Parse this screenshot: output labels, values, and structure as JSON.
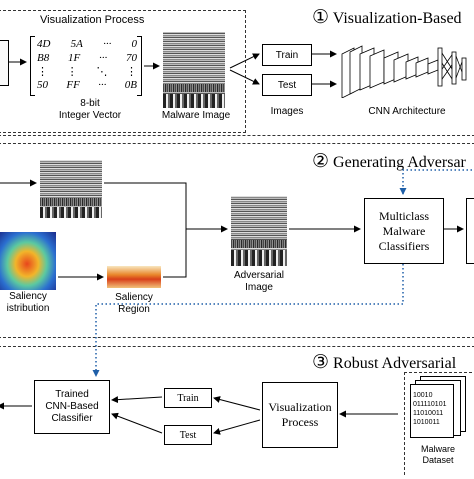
{
  "section1": {
    "number": "①",
    "title": "Visualization-Based",
    "process_title": "Visualization Process",
    "vector_caption_line1": "8-bit",
    "vector_caption_line2": "Integer Vector",
    "matrix": {
      "row1": [
        "4D",
        "5A",
        "···",
        "0"
      ],
      "row2": [
        "B8",
        "1F",
        "···",
        "70"
      ],
      "row3": [
        "⋮",
        "⋮",
        "⋱",
        "⋮"
      ],
      "row4": [
        "50",
        "FF",
        "···",
        "0B"
      ]
    },
    "malware_image_label": "Malware Image",
    "train_label": "Train",
    "test_label": "Test",
    "images_label": "Images",
    "cnn_label": "CNN Architecture"
  },
  "section2": {
    "number": "②",
    "title": "Generating Adversar",
    "saliency_distribution_line1": "Saliency",
    "saliency_distribution_line2": "istribution",
    "saliency_region_line1": "Saliency",
    "saliency_region_line2": "Region",
    "adversarial_line1": "Adversarial",
    "adversarial_line2": "Image",
    "classifier_line1": "Multiclass",
    "classifier_line2": "Malware",
    "classifier_line3": "Classifiers"
  },
  "section3": {
    "number": "③",
    "title": "Robust Adversarial",
    "trained_line1": "Trained",
    "trained_line2": "CNN-Based",
    "trained_line3": "Classifier",
    "train_label": "Train",
    "test_label": "Test",
    "viz_line1": "Visualization",
    "viz_line2": "Process",
    "binary": [
      "10010",
      "011110101",
      "11010011",
      "1010011"
    ],
    "dataset_line1": "Malware",
    "dataset_line2": "Dataset"
  },
  "colors": {
    "dotted_arrow": "#1f5fa8",
    "heatmap_low": "#1a2a8a",
    "heatmap_high": "#d83a1a"
  }
}
